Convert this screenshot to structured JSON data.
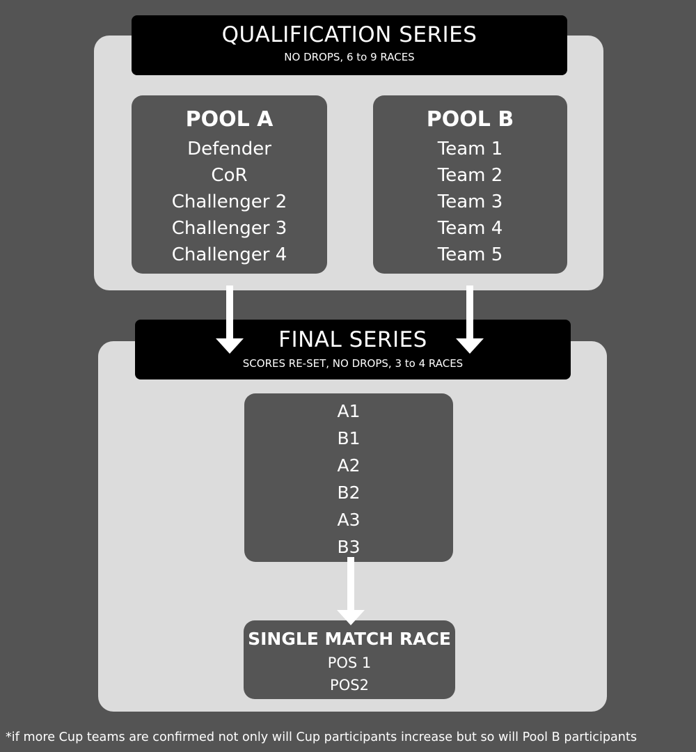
{
  "qualification": {
    "title": "QUALIFICATION SERIES",
    "subtitle": "NO DROPS, 6 to 9 RACES",
    "pool_a": {
      "title": "POOL A",
      "teams": [
        "Defender",
        "CoR",
        "Challenger 2",
        "Challenger 3",
        "Challenger 4"
      ]
    },
    "pool_b": {
      "title": "POOL B",
      "teams": [
        "Team 1",
        "Team 2",
        "Team 3",
        "Team 4",
        "Team 5"
      ]
    }
  },
  "final": {
    "title": "FINAL SERIES",
    "subtitle": "SCORES RE-SET, NO DROPS, 3 to 4 RACES",
    "entrants": [
      "A1",
      "B1",
      "A2",
      "B2",
      "A3",
      "B3"
    ]
  },
  "match_race": {
    "title": "SINGLE MATCH RACE",
    "positions": [
      "POS 1",
      "POS2"
    ]
  },
  "footnote": "*if more Cup teams are confirmed not only will Cup participants increase but so will Pool B participants",
  "colors": {
    "background": "#545454",
    "panel": "#dcdcdc",
    "banner": "#000000",
    "box": "#555555",
    "text": "#ffffff"
  }
}
